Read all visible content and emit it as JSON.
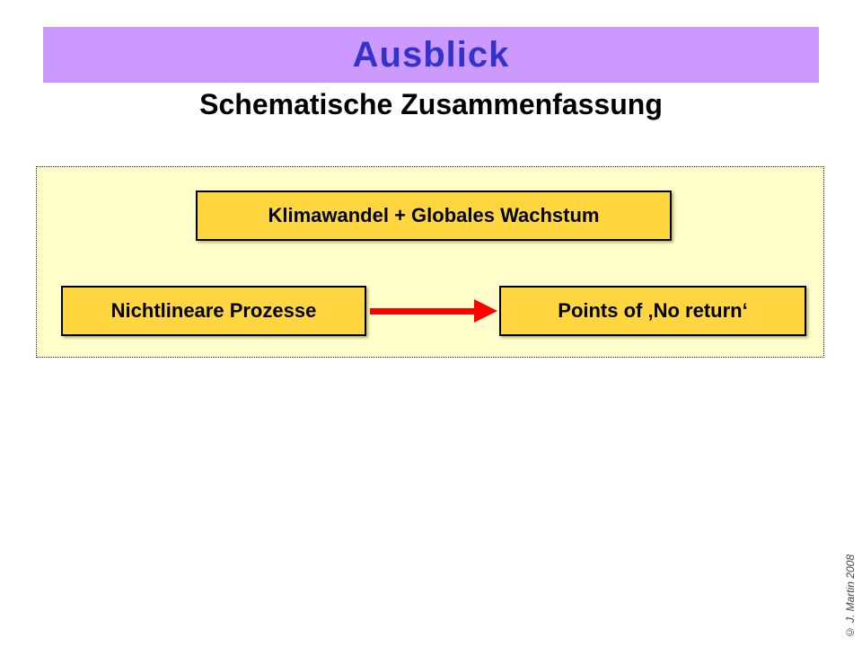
{
  "slide": {
    "title": "Ausblick",
    "subtitle": "Schematische Zusammenfassung",
    "copyright": "© J. Martin 2008"
  },
  "diagram": {
    "type": "flow",
    "nodes": {
      "top_box": "Klimawandel + Globales Wachstum",
      "left_box": "Nichtlineare Prozesse",
      "right_box": "Points of ‚No return‘"
    },
    "edges": [
      {
        "from": "left_box",
        "to": "right_box",
        "style": "red-arrow"
      }
    ]
  },
  "colors": {
    "header_bg": "#cc99ff",
    "title_text": "#3333cc",
    "panel_bg": "#ffffcc",
    "box_fill": "#ffd640",
    "arrow": "#ff0000"
  }
}
